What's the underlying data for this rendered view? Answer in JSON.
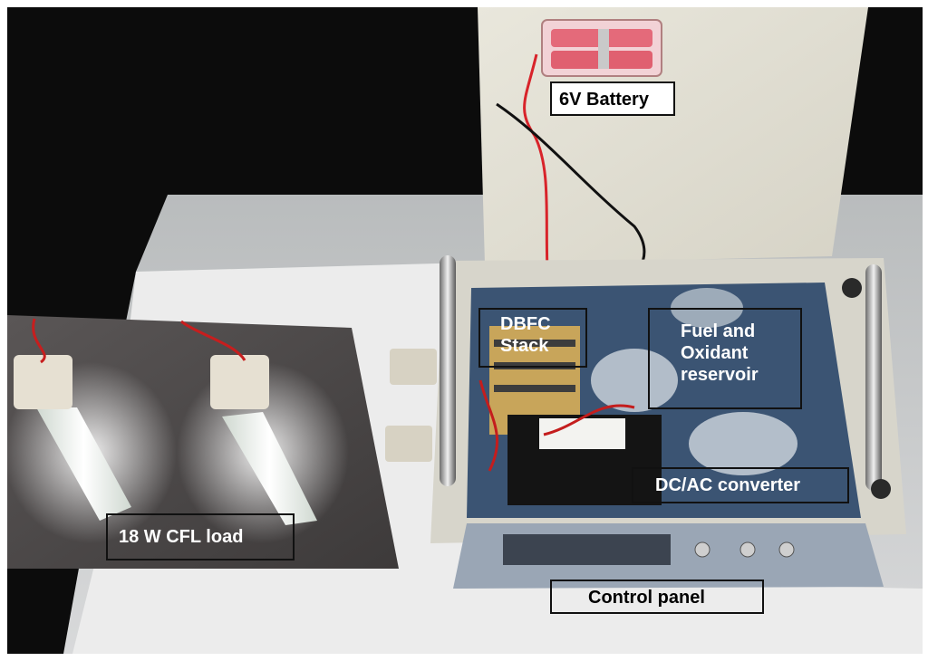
{
  "labels": {
    "battery": "6V Battery",
    "stack_line1": "DBFC",
    "stack_line2": "Stack",
    "reservoir_line1": "Fuel and",
    "reservoir_line2": "Oxidant",
    "reservoir_line3": "reservoir",
    "converter": "DC/AC converter",
    "cfl": "18 W CFL load",
    "control": "Control panel"
  }
}
